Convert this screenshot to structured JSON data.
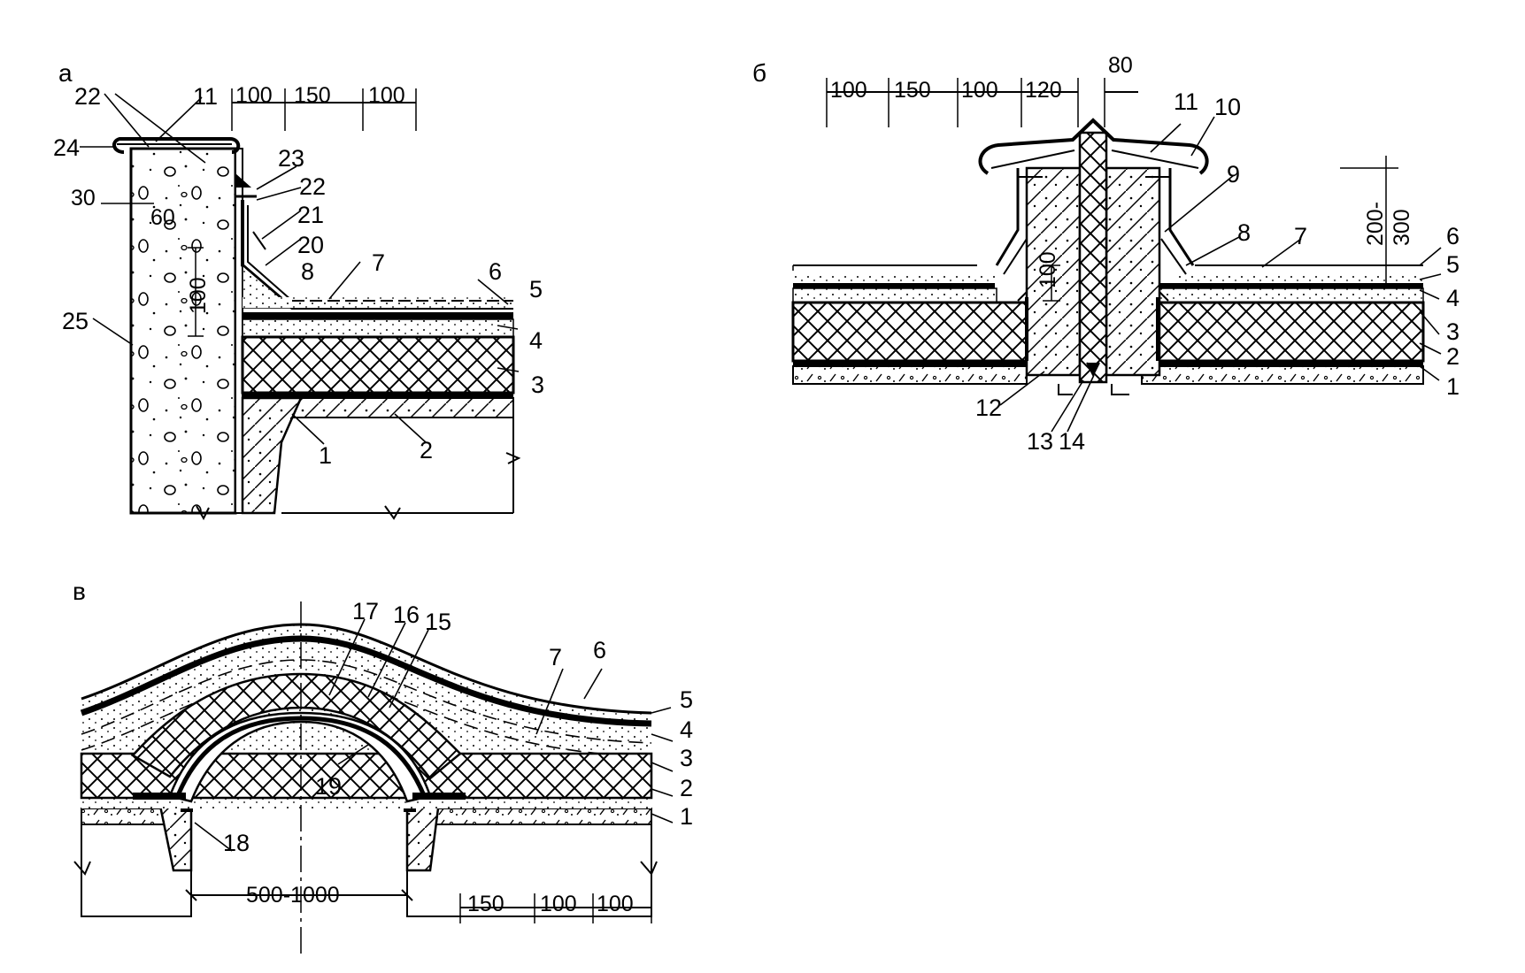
{
  "panels": {
    "a": {
      "letter": "а",
      "labels": {
        "n1": "1",
        "n2": "2",
        "n3": "3",
        "n4": "4",
        "n5": "5",
        "n6": "6",
        "n7": "7",
        "n8": "8",
        "n11": "11",
        "n20": "20",
        "n21": "21",
        "n22a": "22",
        "n22b": "22",
        "n23": "23",
        "n24": "24",
        "n25": "25"
      },
      "dims": {
        "d100a": "100",
        "d150": "150",
        "d100b": "100",
        "d30": "30",
        "d60": "60",
        "dv100": "100"
      }
    },
    "b": {
      "letter": "б",
      "labels": {
        "n1": "1",
        "n2": "2",
        "n3": "3",
        "n4": "4",
        "n5": "5",
        "n6": "6",
        "n7": "7",
        "n8": "8",
        "n9": "9",
        "n10": "10",
        "n11": "11",
        "n12": "12",
        "n13": "13",
        "n14": "14"
      },
      "dims": {
        "d100a": "100",
        "d150": "150",
        "d100b": "100",
        "d120": "120",
        "d80": "80",
        "dv100": "100",
        "d200": "200-",
        "d300": "300"
      }
    },
    "v": {
      "letter": "в",
      "labels": {
        "n1": "1",
        "n2": "2",
        "n3": "3",
        "n4": "4",
        "n5": "5",
        "n6": "6",
        "n7": "7",
        "n15": "15",
        "n16": "16",
        "n17": "17",
        "n18": "18",
        "n19": "19"
      },
      "dims": {
        "span": "500-1000",
        "d150": "150",
        "d100a": "100",
        "d100b": "100"
      }
    }
  },
  "colors": {
    "ink": "#000000",
    "paper": "#ffffff"
  }
}
